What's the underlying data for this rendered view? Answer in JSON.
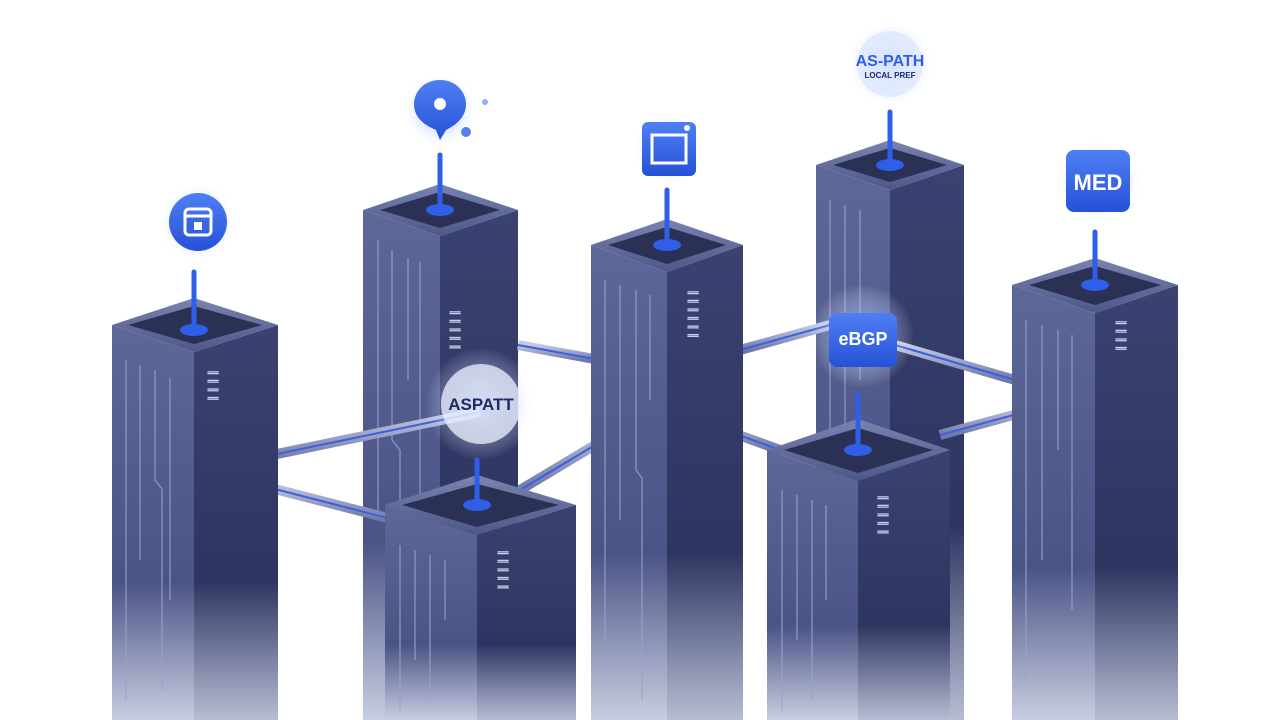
{
  "labels": {
    "as_path_line1": "AS-PATH",
    "as_path_line2": "LOCAL PREF",
    "med": "MED",
    "ebgp": "eBGP",
    "aspatt": "ASPATT"
  },
  "icons": {
    "pin_icon": "location-chat-icon",
    "window_icon": "window-icon",
    "app_icon": "app-square-icon"
  },
  "colors": {
    "tower_face_left": "#4a5486",
    "tower_face_right": "#2e3561",
    "tower_top": "#5a6596",
    "accent_blue": "#2f5fe8",
    "glow_blue": "#5b8cff",
    "link_rail": "#9aa4cc"
  }
}
